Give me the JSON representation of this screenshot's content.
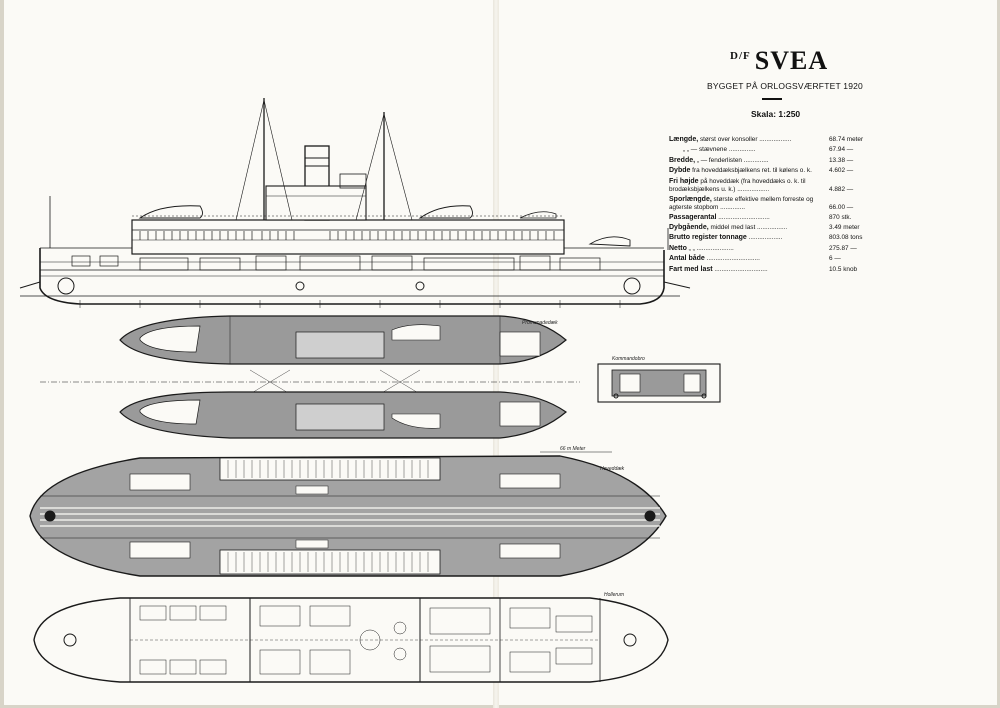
{
  "header": {
    "df": "D/F",
    "name": "SVEA",
    "built": "BYGGET PÅ ORLOGSVÆRFTET 1920",
    "scale": "Skala: 1:250"
  },
  "specs": [
    {
      "label_bold": "Længde,",
      "label_rest": " størst over konsoller ..................",
      "value": "68.74 meter"
    },
    {
      "label_bold": "",
      "label_rest": "„      „   — stævnene ...............",
      "value": "67.94  —"
    },
    {
      "label_bold": "Bredde,",
      "label_rest": "    „   — fenderlisten ..............",
      "value": "13.38  —"
    },
    {
      "label_bold": "Dybde",
      "label_rest": " fra hoveddæksbjælkens ret. til kølens o. k.",
      "value": "4.602  —"
    },
    {
      "label_bold": "Fri højde",
      "label_rest": " på hoveddæk (fra hoveddæks o. k. til brodæksbjælkens u. k.) ..................",
      "value": "4.882  —"
    },
    {
      "label_bold": "Sporlængde,",
      "label_rest": " største effektive mellem forreste og agterste stopbom ..............",
      "value": "66.00  —"
    },
    {
      "label_bold": "Passagerantal",
      "label_rest": " .............................",
      "value": "870 stk."
    },
    {
      "label_bold": "Dybgående,",
      "label_rest": " middel med last .................",
      "value": "3.49 meter"
    },
    {
      "label_bold": "Brutto register tonnage",
      "label_rest": " ...................",
      "value": "803.08 tons"
    },
    {
      "label_bold": "Netto",
      "label_rest": "          „          „   .....................",
      "value": "275.87  —"
    },
    {
      "label_bold": "Antal både",
      "label_rest": " ..............................",
      "value": "6   —"
    },
    {
      "label_bold": "Fart med last",
      "label_rest": " ..............................",
      "value": "10.5 knob"
    }
  ],
  "drawing_labels": {
    "promenade": "Promenadedæk",
    "bridge": "Kommandobro",
    "main": "Hoveddæk",
    "hold": "Hollerum",
    "measure": "66 m Meter"
  },
  "colors": {
    "ink": "#1a1a1a",
    "paper": "#fbfaf6",
    "deck_fill": "#8e8e8e"
  }
}
